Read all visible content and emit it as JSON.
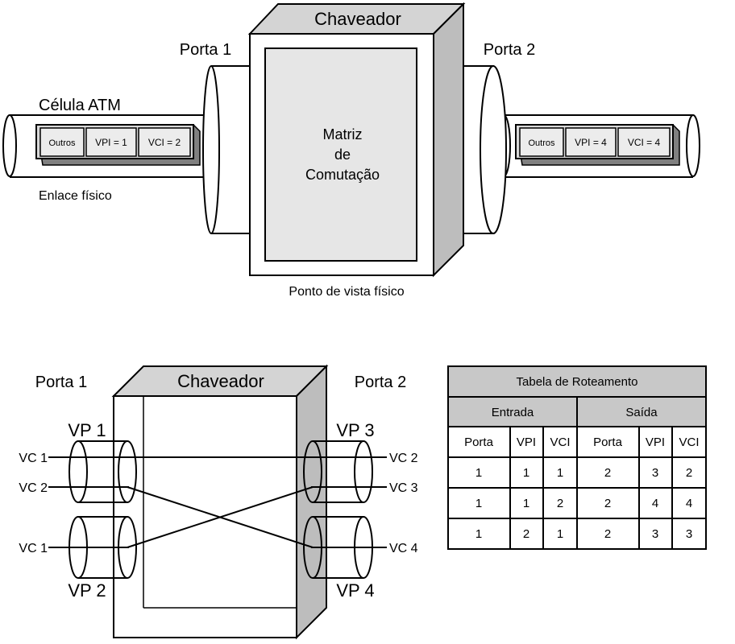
{
  "physical": {
    "switch_title": "Chaveador",
    "port1_label": "Porta 1",
    "port2_label": "Porta 2",
    "matrix_line1": "Matriz",
    "matrix_line2": "de",
    "matrix_line3": "Comutação",
    "cell_label": "Célula ATM",
    "link_label": "Enlace físico",
    "caption": "Ponto de vista físico",
    "cell_in": {
      "others": "Outros",
      "vpi": "VPI = 1",
      "vci": "VCI = 2"
    },
    "cell_out": {
      "others": "Outros",
      "vpi": "VPI = 4",
      "vci": "VCI = 4"
    }
  },
  "logical": {
    "switch_title": "Chaveador",
    "port1_label": "Porta 1",
    "port2_label": "Porta 2",
    "vp1": "VP 1",
    "vp2": "VP 2",
    "vp3": "VP 3",
    "vp4": "VP 4",
    "vc_left": [
      "VC 1",
      "VC 2",
      "VC 1"
    ],
    "vc_right": [
      "VC 2",
      "VC 3",
      "VC 4"
    ]
  },
  "routing_table": {
    "title": "Tabela de Roteamento",
    "group_in": "Entrada",
    "group_out": "Saída",
    "headers": [
      "Porta",
      "VPI",
      "VCI",
      "Porta",
      "VPI",
      "VCI"
    ],
    "rows": [
      [
        "1",
        "1",
        "1",
        "2",
        "3",
        "2"
      ],
      [
        "1",
        "1",
        "2",
        "2",
        "4",
        "4"
      ],
      [
        "1",
        "2",
        "1",
        "2",
        "3",
        "3"
      ]
    ]
  },
  "colors": {
    "switch_face": "#ffffff",
    "switch_side": "#c8c8c8",
    "matrix_fill": "#e6e6e6",
    "cell_fill": "#d9d9d9",
    "table_header": "#c8c8c8",
    "line": "#000000"
  }
}
